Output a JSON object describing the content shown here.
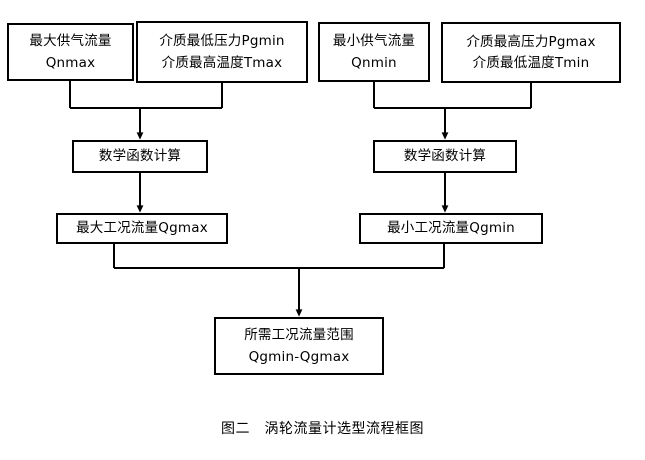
{
  "diagram": {
    "title": "涡轮流量计选型流程框图",
    "caption_label": "图二",
    "caption_separator": "　",
    "caption_text": "图二　涡轮流量计选型流程框图",
    "stroke_color": "#000000",
    "background_color": "#ffffff"
  },
  "nodes": {
    "qnmax": {
      "line1": "最大供气流量",
      "line2": "Qnmax"
    },
    "pgmin_tmax": {
      "line1": "介质最低压力Pgmin",
      "line2": "介质最高温度Tmax"
    },
    "qnmin": {
      "line1": "最小供气流量",
      "line2": "Qnmin"
    },
    "pgmax_tmin": {
      "line1": "介质最高压力Pgmax",
      "line2": "介质最低温度Tmin"
    },
    "math_left": {
      "line1": "数学函数计算"
    },
    "math_right": {
      "line1": "数学函数计算"
    },
    "qgmax": {
      "line1": "最大工况流量Qgmax"
    },
    "qgmin": {
      "line1": "最小工况流量Qgmin"
    },
    "final": {
      "line1": "所需工况流量范围",
      "line2": "Qgmin-Qgmax"
    }
  },
  "edges": [
    {
      "name": "qnmax-to-merge-left",
      "from": "qnmax",
      "to": "math_left"
    },
    {
      "name": "pgmin-to-merge-left",
      "from": "pgmin_tmax",
      "to": "math_left"
    },
    {
      "name": "qnmin-to-merge-right",
      "from": "qnmin",
      "to": "math_right"
    },
    {
      "name": "pgmax-to-merge-right",
      "from": "pgmax_tmin",
      "to": "math_right"
    },
    {
      "name": "mathleft-to-qgmax",
      "from": "math_left",
      "to": "qgmax"
    },
    {
      "name": "mathright-to-qgmin",
      "from": "math_right",
      "to": "qgmin"
    },
    {
      "name": "qgmax-to-final",
      "from": "qgmax",
      "to": "final"
    },
    {
      "name": "qgmin-to-final",
      "from": "qgmin",
      "to": "final"
    }
  ]
}
